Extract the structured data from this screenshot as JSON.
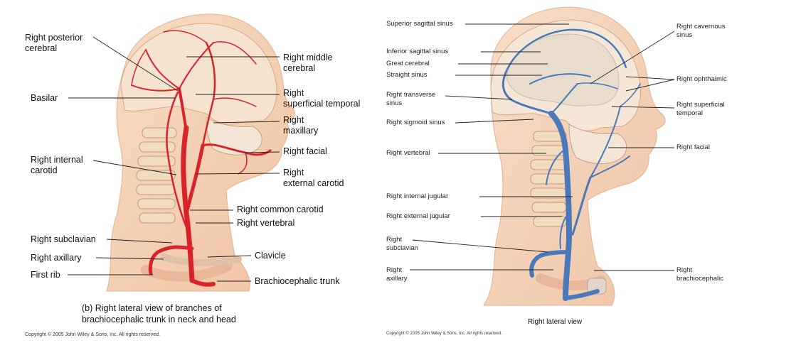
{
  "left_figure": {
    "labels": {
      "right_posterior_cerebral": "Right posterior\ncerebral",
      "basilar": "Basilar",
      "right_internal_carotid": "Right internal\ncarotid",
      "right_subclavian": "Right subclavian",
      "right_axillary": "Right axillary",
      "first_rib": "First rib",
      "right_middle_cerebral": "Right middle\ncerebral",
      "right_superficial_temporal": "Right\nsuperficial temporal",
      "right_maxillary": "Right\nmaxillary",
      "right_facial": "Right facial",
      "right_external_carotid": "Right\nexternal carotid",
      "right_common_carotid": "Right common carotid",
      "right_vertebral": "Right vertebral",
      "clavicle": "Clavicle",
      "brachiocephalic_trunk": "Brachiocephalic trunk"
    },
    "caption": "(b) Right lateral view of branches of\nbrachiocephalic trunk in neck and head",
    "copyright": "Copyright © 2005 John Wiley & Sons, Inc.  All rights reserved.",
    "vessel_color": "#d8232a"
  },
  "right_figure": {
    "labels": {
      "superior_sagittal_sinus": "Superior sagittal sinus",
      "inferior_sagittal_sinus": "Inferior sagittal sinus",
      "great_cerebral": "Great cerebral",
      "straight_sinus": "Straight sinus",
      "right_transverse_sinus": "Right transverse\nsinus",
      "right_sigmoid_sinus": "Right sigmoid sinus",
      "right_vertebral": "Right vertebral",
      "right_internal_jugular": "Right internal jugular",
      "right_external_jugular": "Right external jugular",
      "right_subclavian": "Right\nsubclavian",
      "right_axillary": "Right\naxillary",
      "right_cavernous_sinus": "Right cavernous\nsinus",
      "right_ophthalmic": "Right ophthalmic",
      "right_superficial_temporal": "Right superficial\ntemporal",
      "right_facial": "Right facial",
      "right_brachiocephalic": "Right\nbrachiocephalic"
    },
    "caption": "Right lateral view",
    "copyright": "Copyright © 2005 John Wiley & Sons, Inc.  All rights reserved.",
    "vessel_color": "#4a78b8"
  }
}
